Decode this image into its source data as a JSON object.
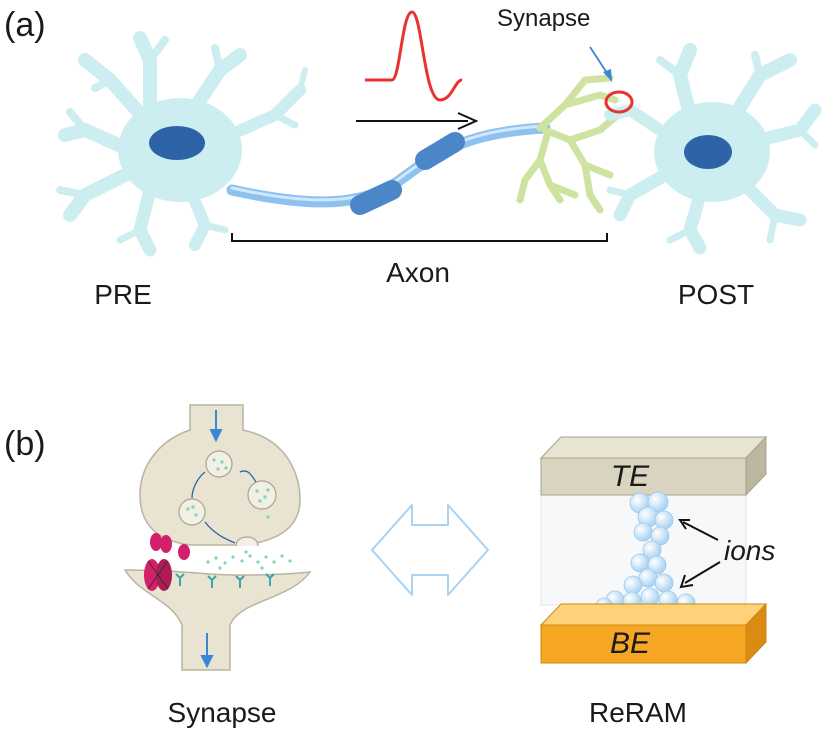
{
  "panel_a": {
    "tag": "(a)",
    "pre_label": "PRE",
    "post_label": "POST",
    "axon_label": "Axon",
    "synapse_label": "Synapse"
  },
  "panel_b": {
    "tag": "(b)",
    "synapse_label": "Synapse",
    "reram_label": "ReRAM",
    "te_label": "TE",
    "be_label": "BE",
    "ions_label": "ions"
  },
  "colors": {
    "neuron_body": "#cdeef0",
    "nucleus": "#2f63a8",
    "axon": "#8ec2ee",
    "myelin": "#4a86c8",
    "dendrite": "#cfe3a0",
    "spike": "#e8322e",
    "synapse_tissue": "#e9e3d2",
    "vesicle_dots": "#7fd6b0",
    "receptor": "#d4206a",
    "te_plate": "#d9d4c0",
    "be_plate": "#f5a623",
    "ion": "#d6ecfb"
  }
}
